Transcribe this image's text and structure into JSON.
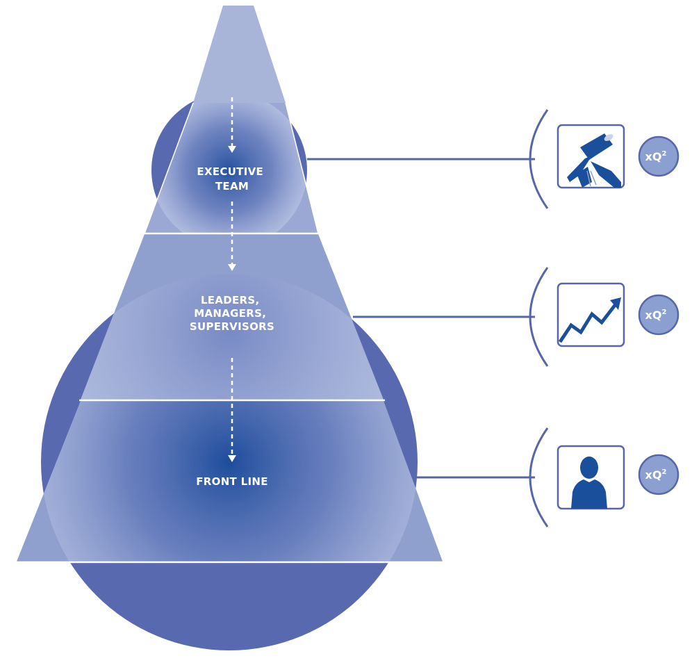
{
  "tiers": [
    {
      "id": "executive",
      "lines": [
        "EXECUTIVE",
        "TEAM"
      ],
      "icon": "telescope-icon",
      "badge": "xQ",
      "badge_sup": "2"
    },
    {
      "id": "leaders",
      "lines": [
        "LEADERS,",
        "MANAGERS,",
        "SUPERVISORS"
      ],
      "icon": "growth-chart-icon",
      "badge": "xQ",
      "badge_sup": "2"
    },
    {
      "id": "frontline",
      "lines": [
        "FRONT LINE"
      ],
      "icon": "person-silhouette-icon",
      "badge": "xQ",
      "badge_sup": "2"
    }
  ],
  "colors": {
    "triangle": "#8f9fce",
    "triangle_top": "#a8b4d8",
    "circle_dark": "#5869af",
    "glow_center": "#1e4d9c",
    "line": "#5567a8",
    "icon_blue": "#1a4f9c",
    "badge_fill": "#8b9fd0",
    "badge_stroke": "#5567a8"
  }
}
